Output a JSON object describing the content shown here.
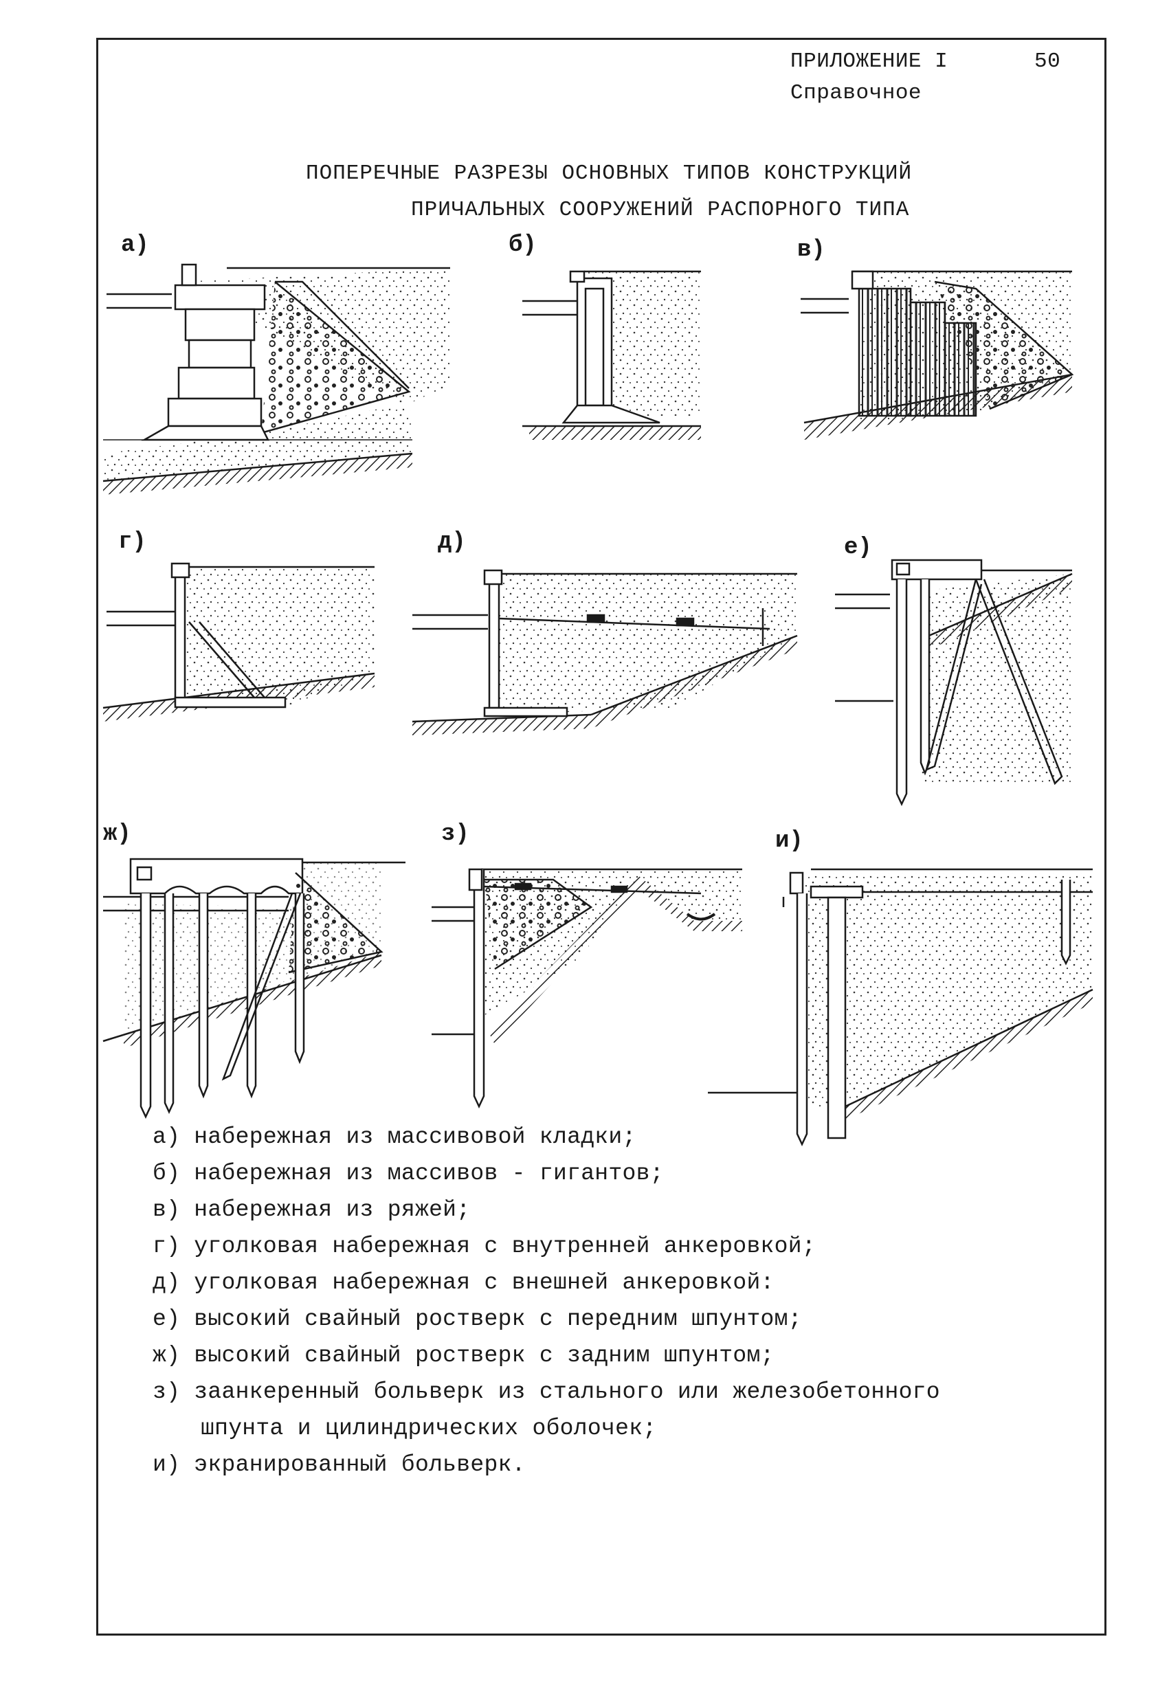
{
  "header": {
    "appendix": "ПРИЛОЖЕНИЕ I",
    "page_number": "50",
    "reference": "Справочное"
  },
  "title": {
    "line1": "ПОПЕРЕЧНЫЕ РАЗРЕЗЫ ОСНОВНЫХ ТИПОВ КОНСТРУКЦИЙ",
    "line2": "ПРИЧАЛЬНЫХ СООРУЖЕНИЙ РАСПОРНОГО ТИПА"
  },
  "figure_labels": [
    "а)",
    "б)",
    "в)",
    "г)",
    "д)",
    "е)",
    "ж)",
    "з)",
    "и)"
  ],
  "legend": [
    "а) набережная из массивовой кладки;",
    "б) набережная из массивов - гигантов;",
    "в) набережная из ряжей;",
    "г) уголковая набережная с внутренней анкеровкой;",
    "д) уголковая набережная с внешней анкеровкой:",
    "е) высокий свайный ростверк с передним шпунтом;",
    "ж) высокий свайный ростверк с задним шпунтом;",
    "з) заанкеренный больверк из стального или железобетонного",
    "шпунта и цилиндрических оболочек;",
    "и) экранированный больверк."
  ],
  "colors": {
    "ink": "#1a1a1a",
    "paper": "#ffffff"
  }
}
